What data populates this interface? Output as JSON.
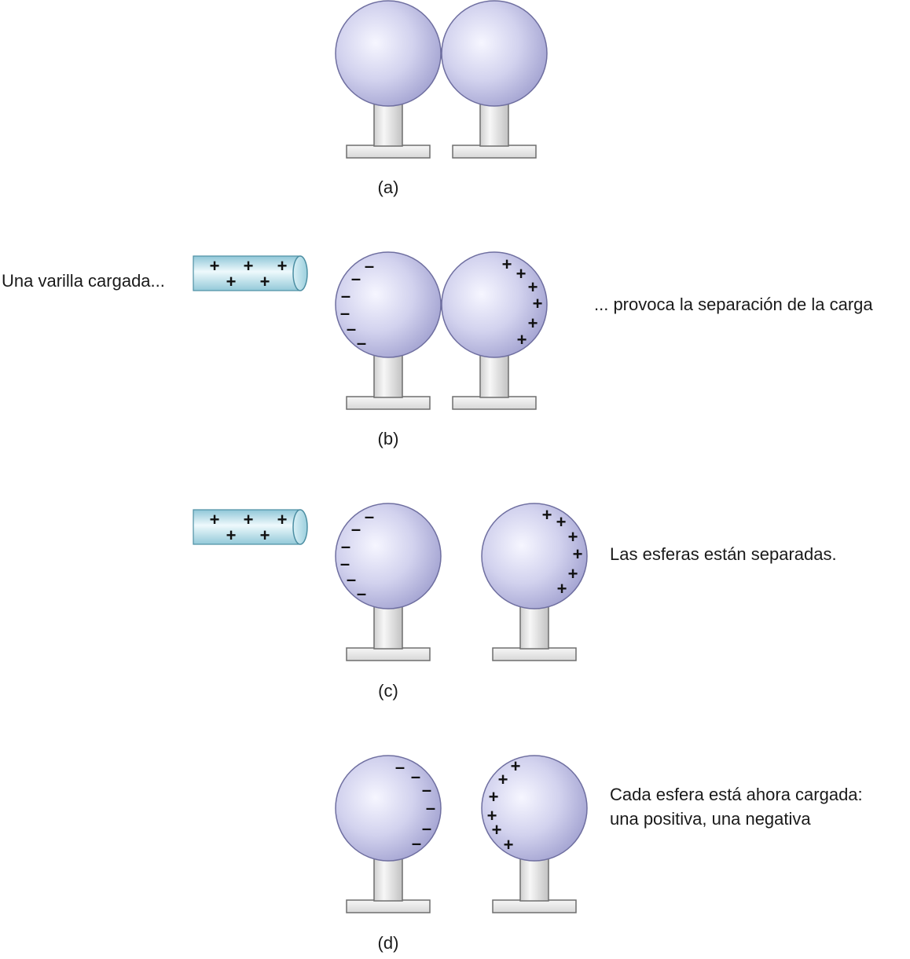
{
  "panels": [
    {
      "id": "a",
      "caption": "(a)",
      "label": "",
      "label2": ""
    },
    {
      "id": "b",
      "caption": "(b)",
      "rod_label": "Una varilla cargada...",
      "label": "... provoca la separación de la carga"
    },
    {
      "id": "c",
      "caption": "(c)",
      "label": "Las esferas están separadas."
    },
    {
      "id": "d",
      "caption": "(d)",
      "label": "Cada esfera está ahora cargada:",
      "label2": "una positiva, una negativa"
    }
  ],
  "symbols": {
    "positive": "+",
    "negative": "–"
  },
  "colors": {
    "sphere_light": "#f4f4ff",
    "sphere_dark": "#a9a9d6",
    "rod_light": "#e8f6fa",
    "rod_dark": "#8fc8d8",
    "stand": "#e6e6e6"
  }
}
